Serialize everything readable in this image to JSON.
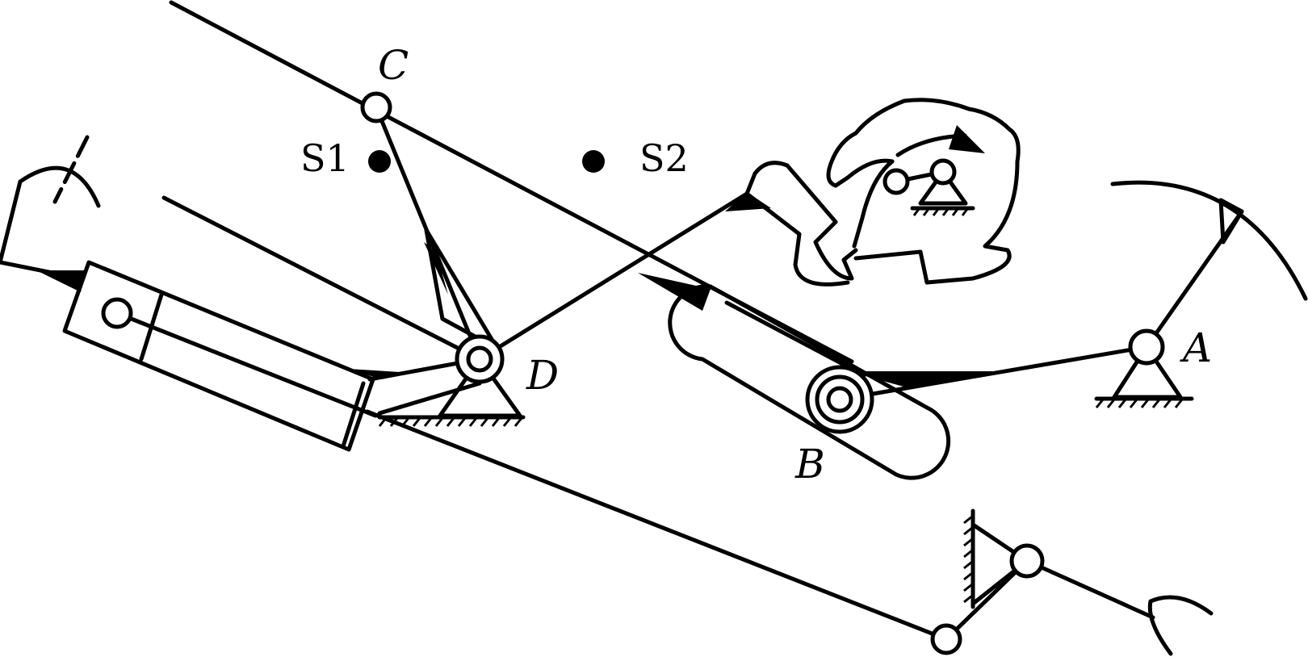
{
  "labels": {
    "A": "A",
    "B": "B",
    "C": "C",
    "D": "D",
    "S1": "S1",
    "S2": "S2"
  },
  "colors": {
    "stroke": "#000000",
    "background": "#ffffff"
  }
}
